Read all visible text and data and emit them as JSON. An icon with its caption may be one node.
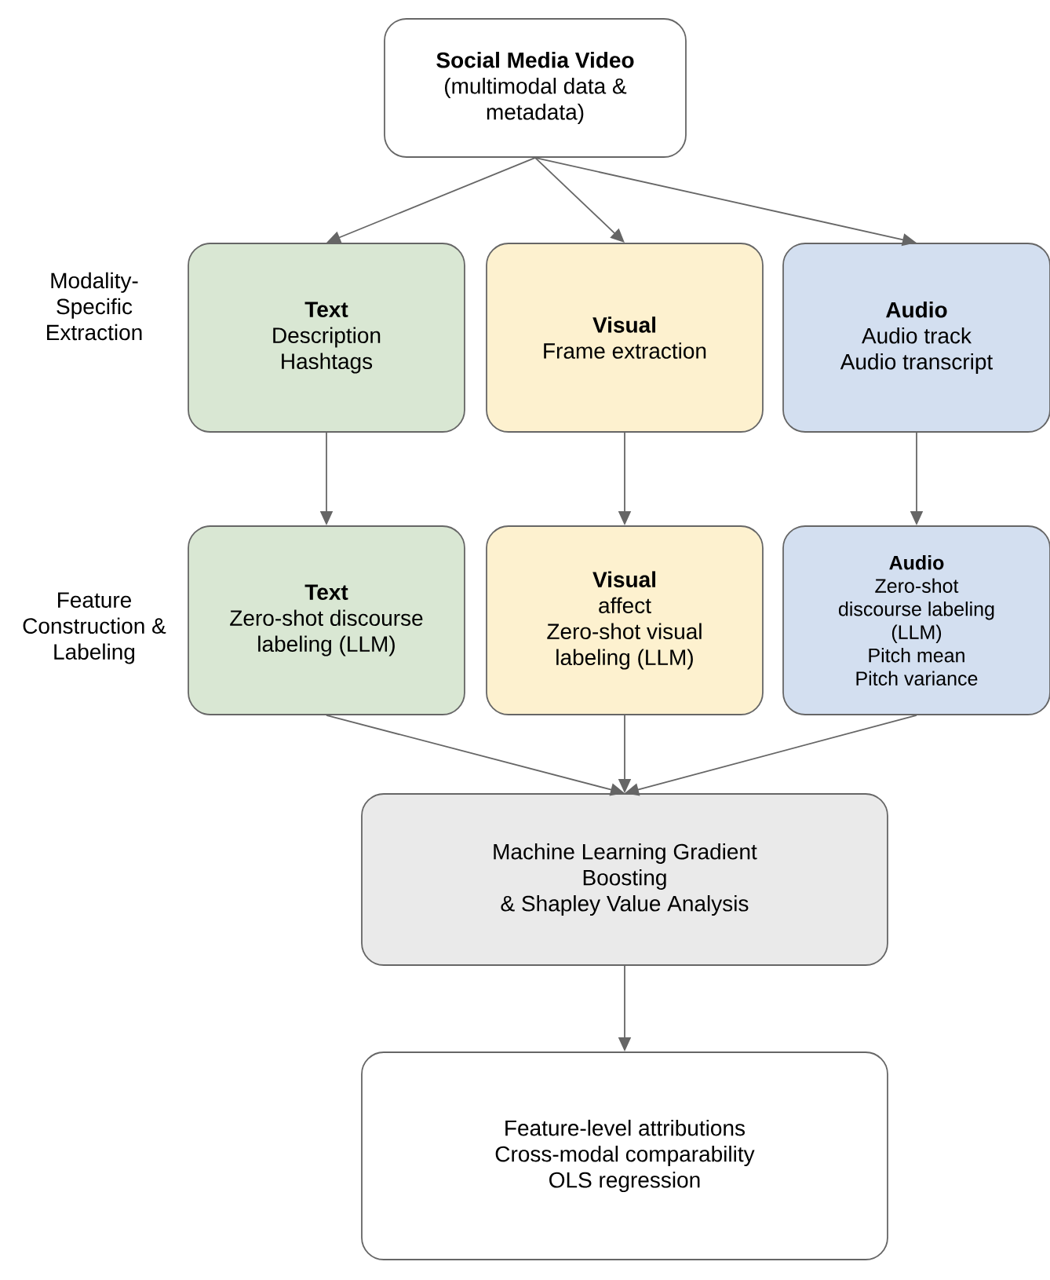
{
  "diagram": {
    "nodes": [
      {
        "text": [
          "Social Media Video",
          "(multimodal data & metadata)"
        ]
      },
      {
        "text": [
          "Text",
          "Description",
          "Hashtags"
        ]
      },
      {
        "text": [
          "Visual",
          "Frame extraction"
        ]
      },
      {
        "text": [
          "Audio",
          "Audio track",
          "Audio transcript"
        ]
      },
      {
        "text": [
          "Text",
          "Zero-shot discourse labeling (LLM)"
        ]
      },
      {
        "text": [
          "Visual",
          "affect",
          "Zero-shot visual labeling (LLM)"
        ]
      },
      {
        "text": [
          "Audio",
          "Zero-shot discourse labeling (LLM)",
          "Pitch mean",
          "Pitch variance"
        ]
      },
      {
        "text": [
          "Machine Learning Gradient Boosting",
          "& Shapley Value Analysis"
        ]
      },
      {
        "text": [
          "Feature-level attributions",
          "Cross-modal comparability",
          "OLS regression"
        ]
      }
    ],
    "edges": [
      {
        "from": 0,
        "to": 1,
        "arrow": "to"
      },
      {
        "from": 0,
        "to": 2,
        "arrow": "to"
      },
      {
        "from": 0,
        "to": 3,
        "arrow": "to"
      },
      {
        "from": 1,
        "to": 4,
        "arrow": "to"
      },
      {
        "from": 2,
        "to": 5,
        "arrow": "to"
      },
      {
        "from": 3,
        "to": 6,
        "arrow": "to"
      },
      {
        "from": 4,
        "to": 7,
        "arrow": "to"
      },
      {
        "from": 5,
        "to": 7,
        "arrow": "to"
      },
      {
        "from": 6,
        "to": 7,
        "arrow": "to"
      },
      {
        "from": 7,
        "to": 8,
        "arrow": "to"
      }
    ],
    "labels": [
      "Modality-Specific Extraction",
      "Feature Construction & Labeling"
    ]
  }
}
